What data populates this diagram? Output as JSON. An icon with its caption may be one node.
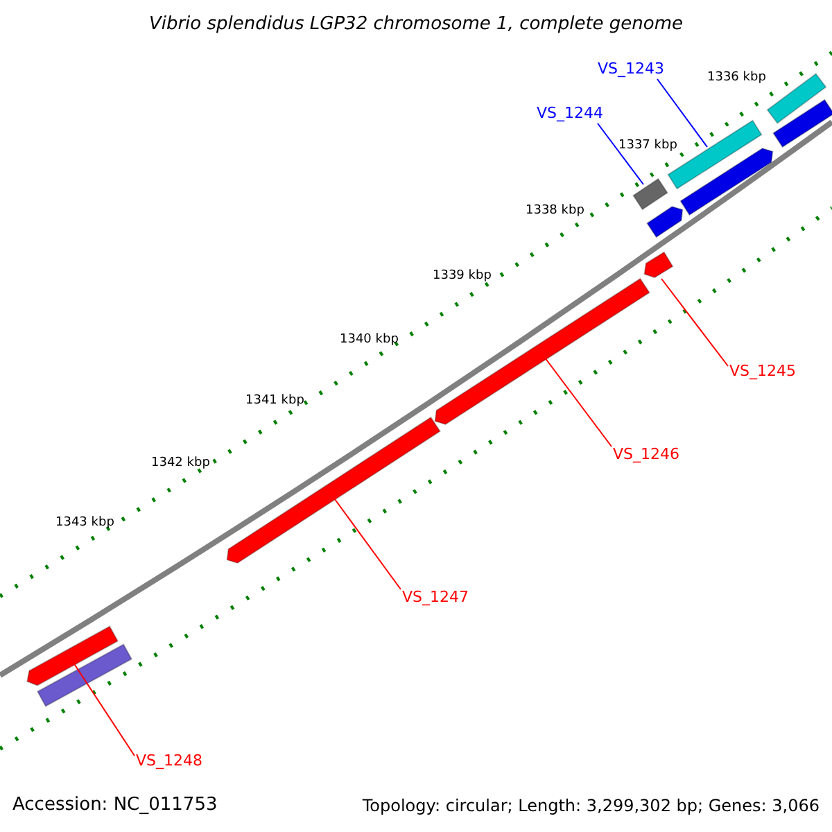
{
  "diagram": {
    "title": "Vibrio splendidus LGP32 chromosome 1, complete genome",
    "nodes": [
      {
        "text": [
          "VS_1243"
        ]
      },
      {
        "text": [],
        "shape": "bar"
      },
      {
        "text": [
          "VS_1244"
        ]
      },
      {
        "text": [],
        "shape": "bar"
      },
      {
        "text": [],
        "shape": "bar"
      },
      {
        "text": [
          "VS_1245"
        ]
      },
      {
        "text": [],
        "shape": "bar"
      },
      {
        "text": [
          "VS_1246"
        ]
      },
      {
        "text": [],
        "shape": "bar"
      },
      {
        "text": [
          "VS_1247"
        ]
      },
      {
        "text": [],
        "shape": "bar"
      },
      {
        "text": [
          "VS_1248"
        ]
      }
    ],
    "edges": [
      {
        "from": 0,
        "to": 1,
        "arrow": "none",
        "color": "#0000ff"
      },
      {
        "from": 2,
        "to": 3,
        "arrow": "none",
        "color": "#0000ff"
      },
      {
        "from": 5,
        "to": 4,
        "arrow": "none"
      },
      {
        "from": 7,
        "to": 6,
        "arrow": "none"
      },
      {
        "from": 9,
        "to": 8,
        "arrow": "none"
      },
      {
        "from": 11,
        "to": 10,
        "arrow": "none"
      }
    ],
    "labels": [
      "1336 kbp",
      "1337 kbp",
      "1338 kbp",
      "1339 kbp",
      "1340 kbp",
      "1341 kbp",
      "1342 kbp",
      "1343 kbp",
      "Accession: NC_011753",
      "Topology: circular; Length: 3,299,302 bp; Genes: 3,066"
    ]
  }
}
